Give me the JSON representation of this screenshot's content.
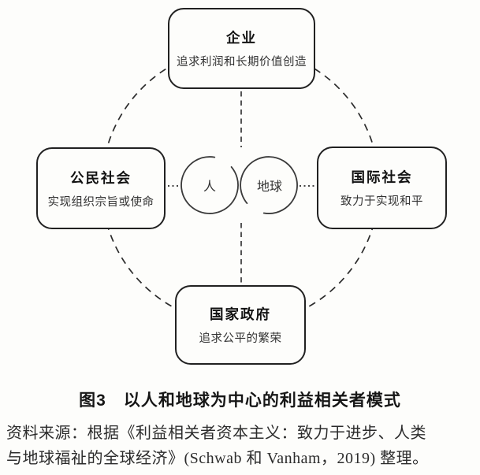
{
  "figure": {
    "nodes": {
      "top": {
        "title": "企业",
        "subtitle": "追求利润和长期价值创造"
      },
      "left": {
        "title": "公民社会",
        "subtitle": "实现组织宗旨或使命"
      },
      "right": {
        "title": "国际社会",
        "subtitle": "致力于实现和平"
      },
      "bottom": {
        "title": "国家政府",
        "subtitle": "追求公平的繁荣"
      }
    },
    "center": {
      "people": "人",
      "planet": "地球"
    },
    "caption": "图3　以人和地球为中心的利益相关者模式",
    "source": {
      "line1": "资料来源：根据《利益相关者资本主义：致力于进步、人类",
      "line2": "与地球福祉的全球经济》(Schwab 和 Vanham，2019) 整理。"
    },
    "colors": {
      "line": "#2b2b2b",
      "title_text": "#111111",
      "subtitle_text": "#333333",
      "background": "#fdfdfb"
    }
  }
}
